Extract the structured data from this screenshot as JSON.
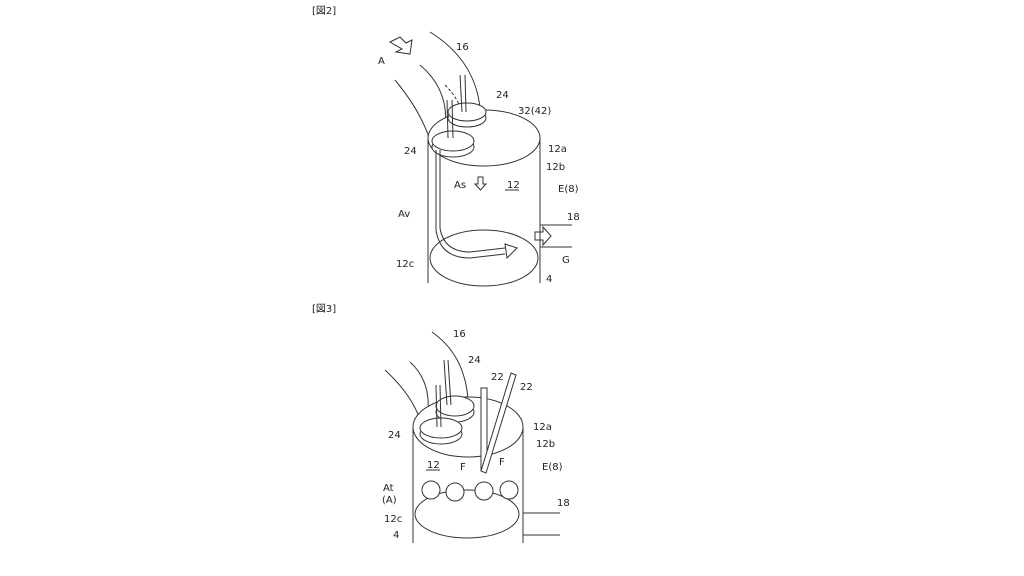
{
  "figures": [
    {
      "title": "[図2]",
      "labels": {
        "intake_port": "16",
        "air_inflow": "A",
        "valve_upper": "24",
        "valve_part": "32(42)",
        "valve_lower": "24",
        "top": "12a",
        "wall": "12b",
        "swirl": "As",
        "chamber": "12",
        "engine": "E(8)",
        "vortex": "Av",
        "exhaust": "18",
        "bottom": "12c",
        "gas": "G",
        "block": "4"
      }
    },
    {
      "title": "[図3]",
      "labels": {
        "intake_port": "16",
        "valve_upper": "24",
        "injector_1": "22",
        "injector_2": "22",
        "valve_lower": "24",
        "top": "12a",
        "wall": "12b",
        "chamber": "12",
        "fuel_1": "F",
        "fuel_2": "F",
        "engine": "E(8)",
        "tumble": "At",
        "tumble_sub": "(A)",
        "bottom": "12c",
        "exhaust": "18",
        "block": "4"
      }
    }
  ]
}
